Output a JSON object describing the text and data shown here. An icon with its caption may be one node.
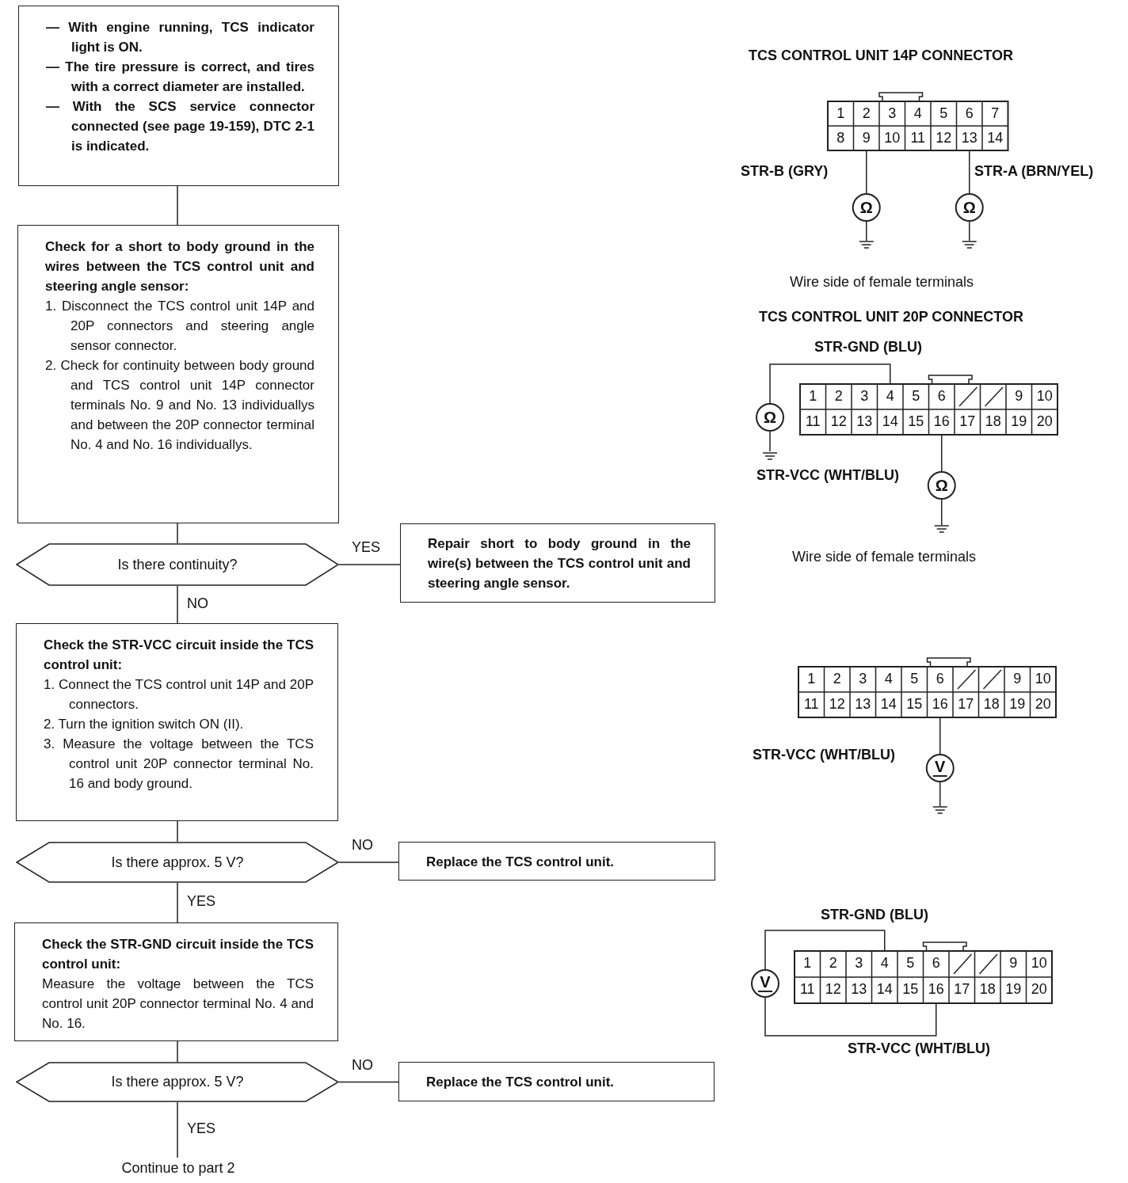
{
  "diagram": {
    "nodes": [
      {
        "text": [
          "— With engine running, TCS indicator light is ON.",
          "— The tire pressure is correct, and tires with a correct diameter are installed.",
          "— With the SCS service connector connected (see page 19-159), DTC 2-1 is indicated."
        ]
      },
      {
        "text": [
          "Check for a short to body ground in the wires between the TCS control unit and steering angle sensor:",
          "1. Disconnect the TCS control unit 14P and 20P connectors and steering angle sensor connector.",
          "2. Check for continuity between body ground and TCS control unit 14P connector terminals No. 9 and No. 13 individuallys and between the 20P connector terminal No. 4 and No. 16 individuallys."
        ]
      },
      {
        "text": [
          "Is there continuity?"
        ]
      },
      {
        "text": [
          "Repair short to body ground in the wire(s) between the TCS control unit and steering angle sensor."
        ]
      },
      {
        "text": [
          "Check the STR-VCC circuit inside the TCS control unit:",
          "1. Connect the TCS control unit 14P and 20P connectors.",
          "2. Turn the ignition switch ON (II).",
          "3. Measure the voltage between the TCS control unit 20P connector terminal No. 16 and body ground."
        ]
      },
      {
        "text": [
          "Is there approx. 5 V?"
        ]
      },
      {
        "text": [
          "Replace the TCS control unit."
        ]
      },
      {
        "text": [
          "Check the STR-GND circuit inside the TCS control unit:",
          "Measure the voltage between the TCS control unit 20P connector terminal No. 4 and No. 16."
        ]
      },
      {
        "text": [
          "Is there approx. 5 V?"
        ]
      },
      {
        "text": [
          "Replace the TCS control unit."
        ]
      },
      {
        "text": [
          "Continue to part 2"
        ]
      }
    ],
    "edges": [
      {
        "from": 0,
        "to": 1,
        "arrow": "none"
      },
      {
        "from": 1,
        "to": 2,
        "arrow": "none"
      },
      {
        "from": 2,
        "to": 3,
        "arrow": "none",
        "label": "YES"
      },
      {
        "from": 2,
        "to": 4,
        "arrow": "none",
        "label": "NO"
      },
      {
        "from": 4,
        "to": 5,
        "arrow": "none"
      },
      {
        "from": 5,
        "to": 6,
        "arrow": "none",
        "label": "NO"
      },
      {
        "from": 5,
        "to": 7,
        "arrow": "none",
        "label": "YES"
      },
      {
        "from": 7,
        "to": 8,
        "arrow": "none"
      },
      {
        "from": 8,
        "to": 9,
        "arrow": "none",
        "label": "NO"
      },
      {
        "from": 8,
        "to": 10,
        "arrow": "none",
        "label": "YES"
      }
    ],
    "labels": [
      "TCS CONTROL UNIT 14P CONNECTOR",
      "1",
      "2",
      "3",
      "4",
      "5",
      "6",
      "7",
      "8",
      "9",
      "10",
      "11",
      "12",
      "13",
      "14",
      "STR-B (GRY)",
      "STR-A (BRN/YEL)",
      "Ω",
      "Ω",
      "Wire side of female terminals",
      "TCS CONTROL UNIT 20P CONNECTOR",
      "STR-GND (BLU)",
      "Ω",
      "1",
      "2",
      "3",
      "4",
      "5",
      "6",
      "9",
      "10",
      "11",
      "12",
      "13",
      "14",
      "15",
      "16",
      "17",
      "18",
      "19",
      "20",
      "STR-VCC (WHT/BLU)",
      "Ω",
      "Wire side of female terminals",
      "1",
      "2",
      "3",
      "4",
      "5",
      "6",
      "9",
      "10",
      "11",
      "12",
      "13",
      "14",
      "15",
      "16",
      "17",
      "18",
      "19",
      "20",
      "STR-VCC (WHT/BLU)",
      "V",
      "STR-GND (BLU)",
      "V",
      "1",
      "2",
      "3",
      "4",
      "5",
      "6",
      "9",
      "10",
      "11",
      "12",
      "13",
      "14",
      "15",
      "16",
      "17",
      "18",
      "19",
      "20",
      "STR-VCC (WHT/BLU)"
    ]
  }
}
